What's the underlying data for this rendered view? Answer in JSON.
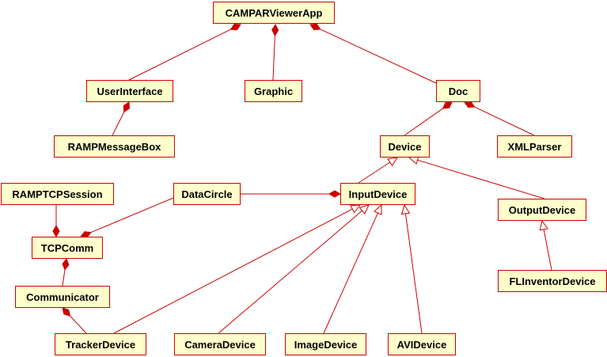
{
  "colors": {
    "box_fill": "#ffffcc",
    "box_border": "#cc0000",
    "edge": "#cc0000",
    "text": "#000000"
  },
  "classes": {
    "CAMPARViewerApp": "CAMPARViewerApp",
    "UserInterface": "UserInterface",
    "Graphic": "Graphic",
    "Doc": "Doc",
    "RAMPMessageBox": "RAMPMessageBox",
    "Device": "Device",
    "XMLParser": "XMLParser",
    "RAMPTCPSession": "RAMPTCPSession",
    "DataCircle": "DataCircle",
    "InputDevice": "InputDevice",
    "OutputDevice": "OutputDevice",
    "TCPComm": "TCPComm",
    "Communicator": "Communicator",
    "FLInventorDevice": "FLInventorDevice",
    "TrackerDevice": "TrackerDevice",
    "CameraDevice": "CameraDevice",
    "ImageDevice": "ImageDevice",
    "AVIDevice": "AVIDevice"
  },
  "relations": [
    {
      "kind": "composition",
      "from": "UserInterface",
      "to": "CAMPARViewerApp"
    },
    {
      "kind": "composition",
      "from": "Graphic",
      "to": "CAMPARViewerApp"
    },
    {
      "kind": "composition",
      "from": "Doc",
      "to": "CAMPARViewerApp"
    },
    {
      "kind": "composition",
      "from": "RAMPMessageBox",
      "to": "UserInterface"
    },
    {
      "kind": "composition",
      "from": "Device",
      "to": "Doc"
    },
    {
      "kind": "composition",
      "from": "XMLParser",
      "to": "Doc"
    },
    {
      "kind": "composition",
      "from": "RAMPTCPSession",
      "to": "TCPComm"
    },
    {
      "kind": "composition",
      "from": "DataCircle",
      "to": "TCPComm"
    },
    {
      "kind": "composition",
      "from": "DataCircle",
      "to": "InputDevice"
    },
    {
      "kind": "composition",
      "from": "Communicator",
      "to": "TCPComm"
    },
    {
      "kind": "composition",
      "from": "TrackerDevice",
      "to": "Communicator"
    },
    {
      "kind": "inheritance",
      "from": "InputDevice",
      "to": "Device"
    },
    {
      "kind": "inheritance",
      "from": "OutputDevice",
      "to": "Device"
    },
    {
      "kind": "inheritance",
      "from": "FLInventorDevice",
      "to": "OutputDevice"
    },
    {
      "kind": "inheritance",
      "from": "TrackerDevice",
      "to": "InputDevice"
    },
    {
      "kind": "inheritance",
      "from": "CameraDevice",
      "to": "InputDevice"
    },
    {
      "kind": "inheritance",
      "from": "ImageDevice",
      "to": "InputDevice"
    },
    {
      "kind": "inheritance",
      "from": "AVIDevice",
      "to": "InputDevice"
    }
  ]
}
